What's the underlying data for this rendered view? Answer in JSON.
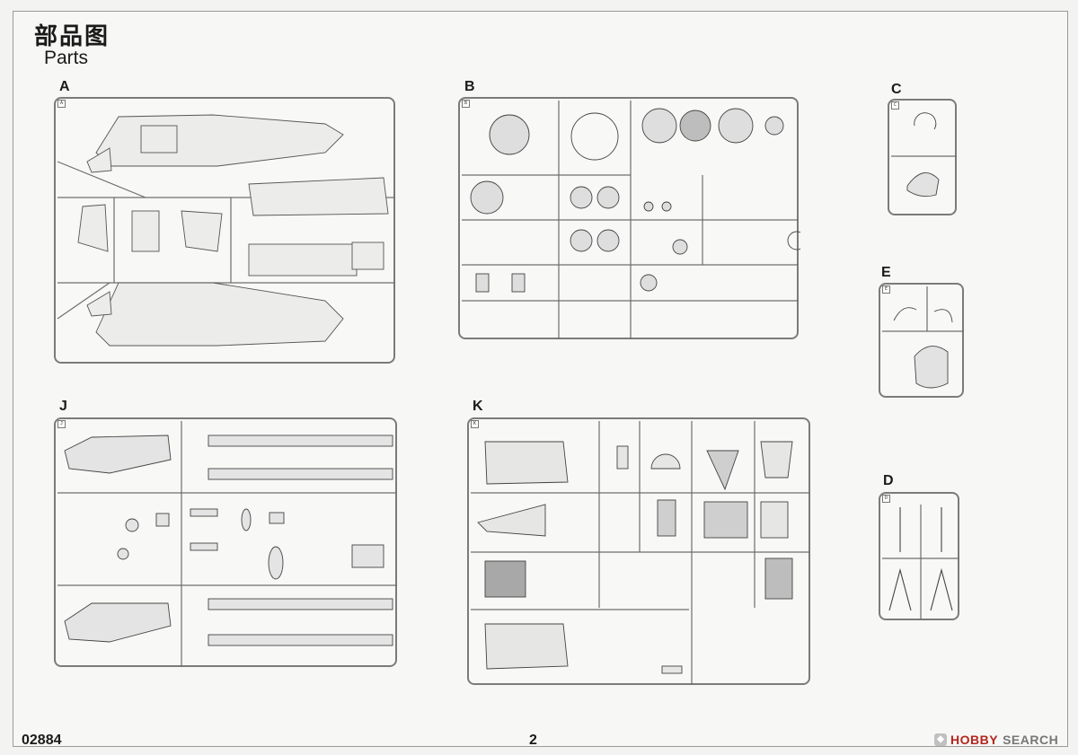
{
  "header": {
    "title_cn": "部品图",
    "title_en": "Parts"
  },
  "sprues": [
    {
      "id": "A",
      "letter": "A",
      "tag": "A"
    },
    {
      "id": "B",
      "letter": "B",
      "tag": "B"
    },
    {
      "id": "C",
      "letter": "C",
      "tag": "C"
    },
    {
      "id": "E",
      "letter": "E",
      "tag": "E"
    },
    {
      "id": "D",
      "letter": "D",
      "tag": "D"
    },
    {
      "id": "J",
      "letter": "J",
      "tag": "J"
    },
    {
      "id": "K",
      "letter": "K",
      "tag": "K"
    }
  ],
  "footer": {
    "kit_number": "02884",
    "page_number": "2"
  },
  "watermark": {
    "brand": "HOBBY",
    "suffix": "SEARCH"
  },
  "icons": [
    "hobbysearch-logo-icon"
  ],
  "colors": {
    "line": "#7b7b7b",
    "part": "#555555",
    "brand": "#b3261e"
  }
}
